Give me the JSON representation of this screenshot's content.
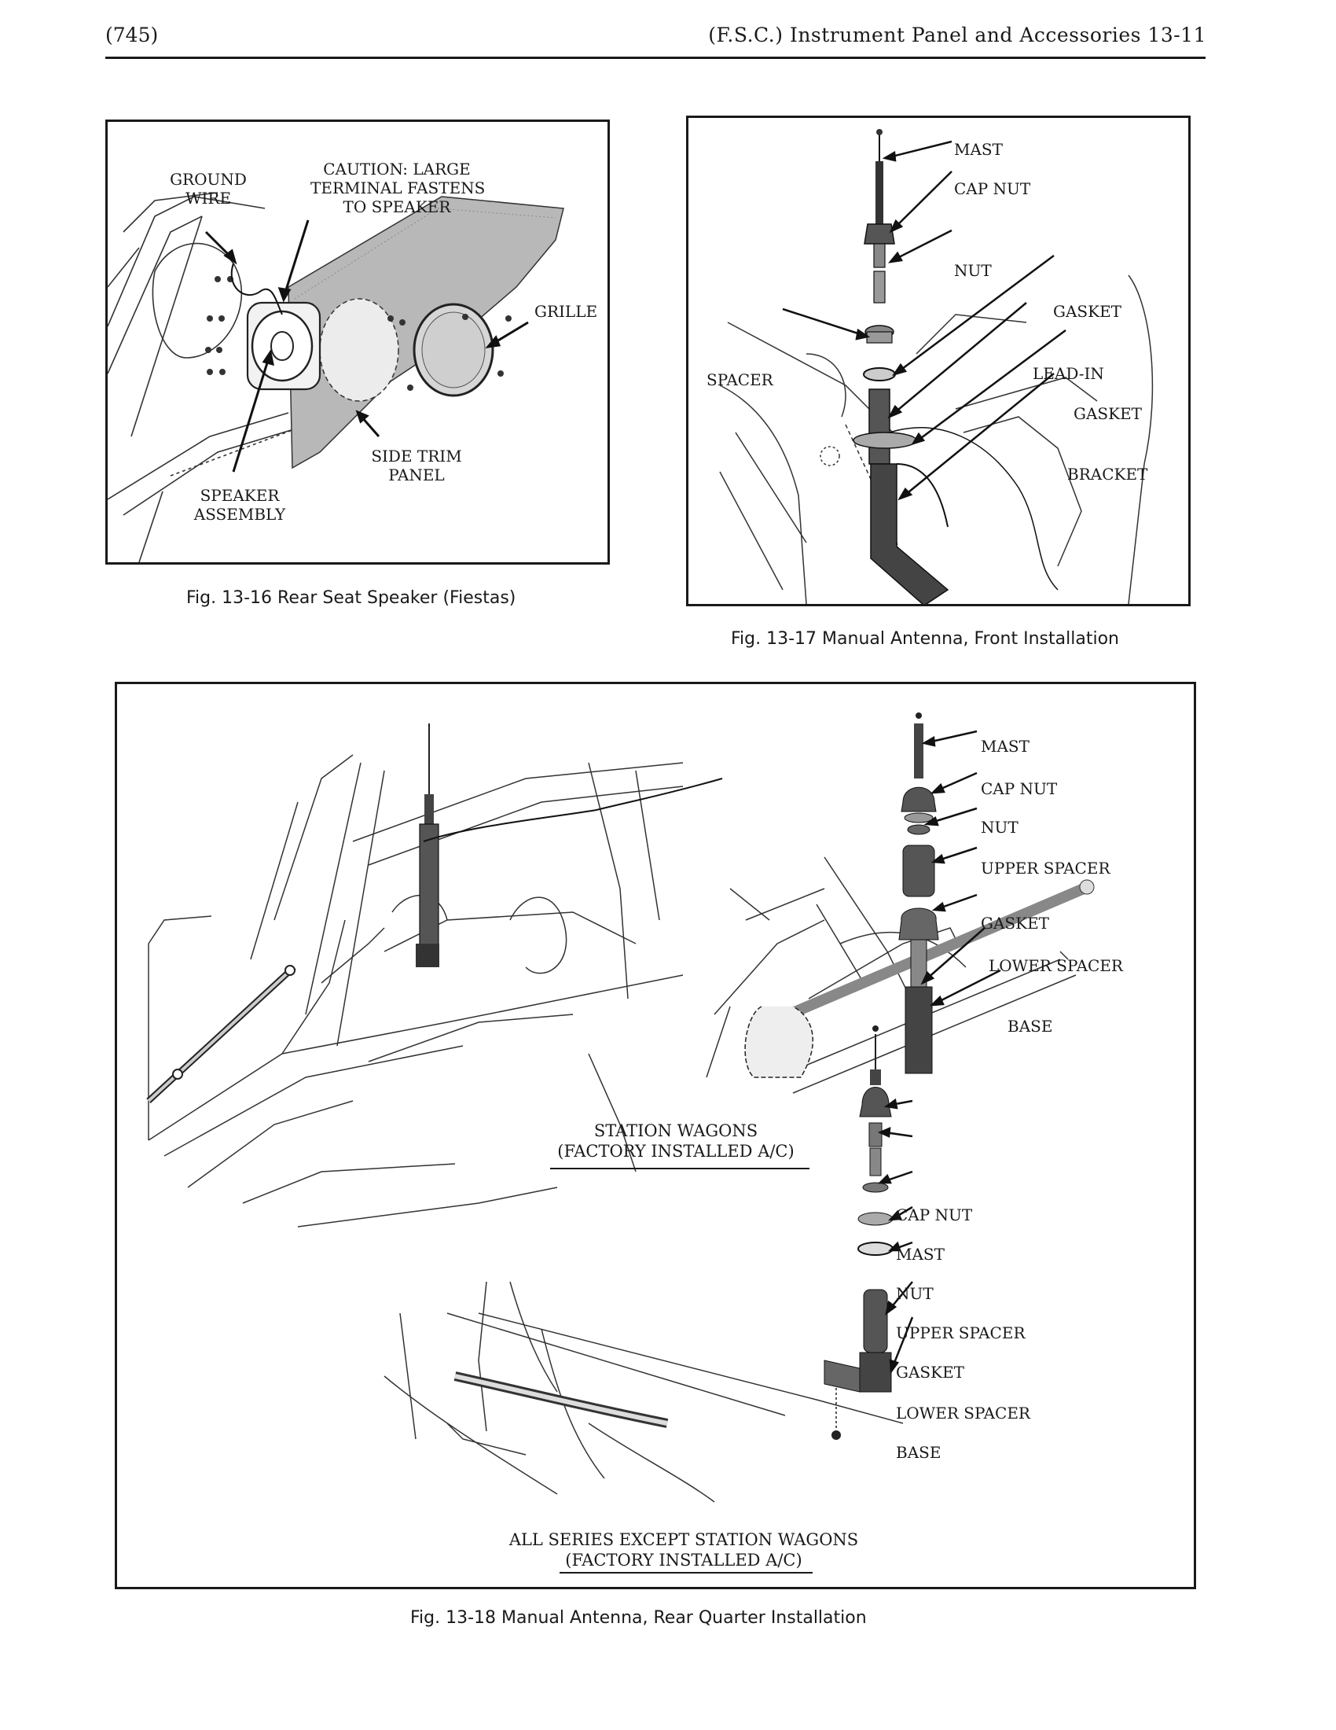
{
  "header": {
    "page_number": "(745)",
    "section_title": "(F.S.C.) Instrument Panel and Accessories  13-11"
  },
  "fig16": {
    "caption": "Fig. 13-16  Rear Seat Speaker (Fiestas)",
    "labels": {
      "ground_wire": "GROUND\nWIRE",
      "caution": "CAUTION: LARGE\nTERMINAL FASTENS\nTO SPEAKER",
      "grille": "GRILLE",
      "side_trim_panel": "SIDE TRIM\nPANEL",
      "speaker_assembly": "SPEAKER\nASSEMBLY"
    }
  },
  "fig17": {
    "caption": "Fig. 13-17  Manual Antenna, Front Installation",
    "labels": {
      "mast": "MAST",
      "cap_nut": "CAP NUT",
      "nut": "NUT",
      "gasket_upper": "GASKET",
      "spacer": "SPACER",
      "lead_in": "LEAD-IN",
      "gasket_lower": "GASKET",
      "bracket": "BRACKET"
    }
  },
  "fig18": {
    "caption": "Fig. 13-18  Manual Antenna, Rear Quarter Installation",
    "station_wagons": {
      "title": "STATION WAGONS\n(FACTORY INSTALLED A/C)",
      "labels": {
        "mast": "MAST",
        "cap_nut": "CAP NUT",
        "nut": "NUT",
        "upper_spacer": "UPPER SPACER",
        "gasket": "GASKET",
        "lower_spacer": "LOWER SPACER",
        "base": "BASE"
      }
    },
    "all_series": {
      "title_line1": "ALL SERIES EXCEPT STATION WAGONS",
      "title_line2": "(FACTORY INSTALLED A/C)",
      "labels": {
        "cap_nut": "CAP NUT",
        "mast": "MAST",
        "nut": "NUT",
        "upper_spacer": "UPPER SPACER",
        "gasket": "GASKET",
        "lower_spacer": "LOWER SPACER",
        "base": "BASE"
      }
    }
  }
}
